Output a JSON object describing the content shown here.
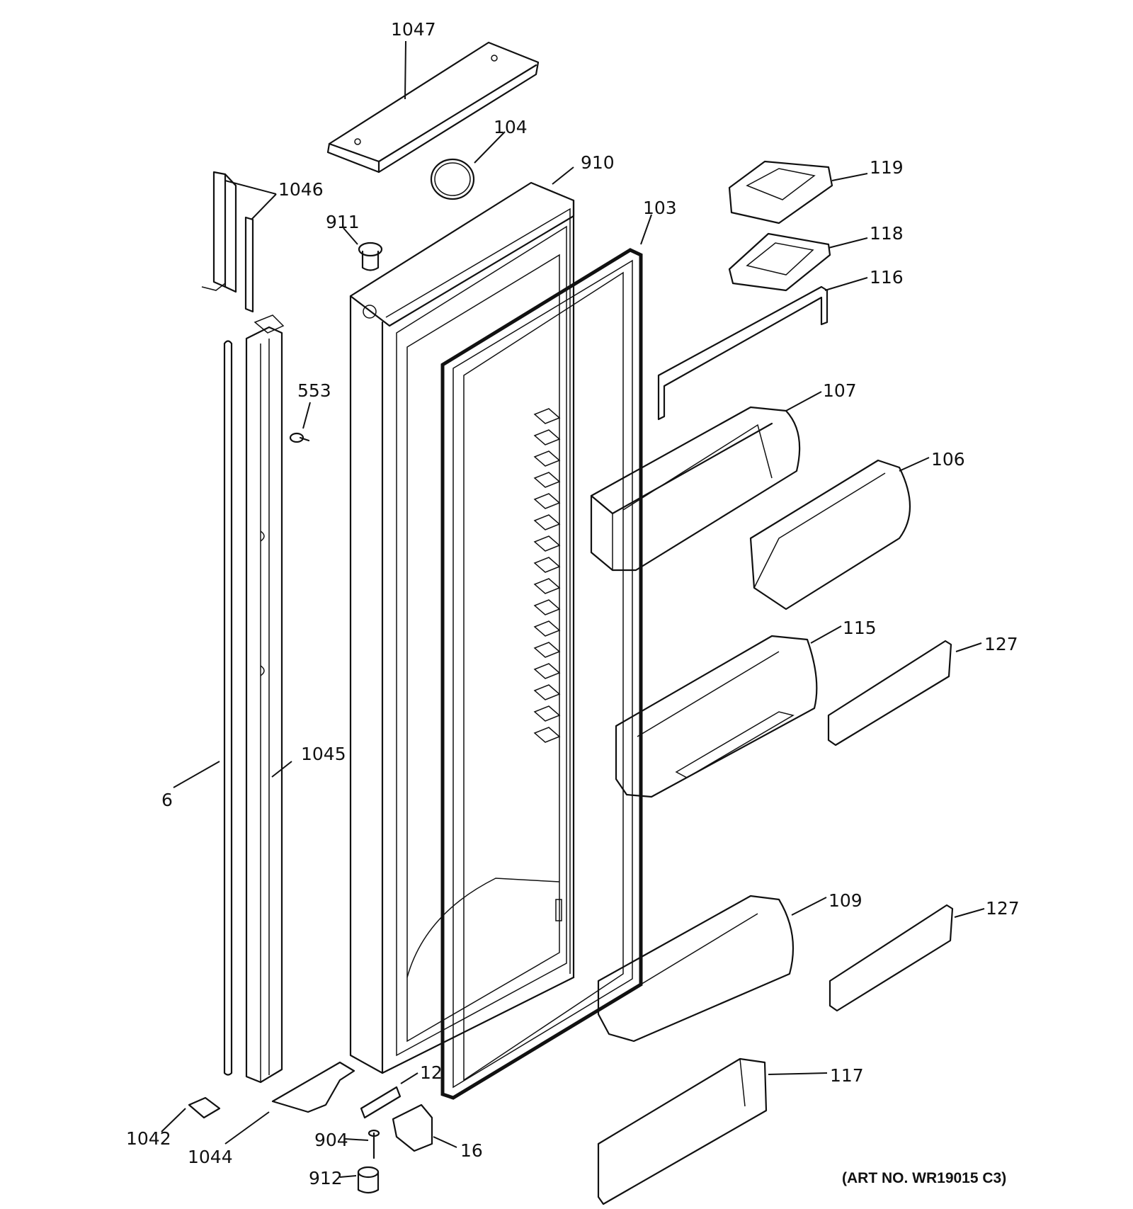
{
  "art_number": "(ART NO. WR19015 C3)",
  "callouts": [
    {
      "id": "1047",
      "label": "1047"
    },
    {
      "id": "104",
      "label": "104"
    },
    {
      "id": "910",
      "label": "910"
    },
    {
      "id": "1046",
      "label": "1046"
    },
    {
      "id": "911",
      "label": "911"
    },
    {
      "id": "103",
      "label": "103"
    },
    {
      "id": "119",
      "label": "119"
    },
    {
      "id": "118",
      "label": "118"
    },
    {
      "id": "116",
      "label": "116"
    },
    {
      "id": "553",
      "label": "553"
    },
    {
      "id": "107",
      "label": "107"
    },
    {
      "id": "106",
      "label": "106"
    },
    {
      "id": "115",
      "label": "115"
    },
    {
      "id": "127a",
      "label": "127"
    },
    {
      "id": "1045",
      "label": "1045"
    },
    {
      "id": "6",
      "label": "6"
    },
    {
      "id": "109",
      "label": "109"
    },
    {
      "id": "127b",
      "label": "127"
    },
    {
      "id": "12",
      "label": "12"
    },
    {
      "id": "117",
      "label": "117"
    },
    {
      "id": "1042",
      "label": "1042"
    },
    {
      "id": "904",
      "label": "904"
    },
    {
      "id": "16",
      "label": "16"
    },
    {
      "id": "1044",
      "label": "1044"
    },
    {
      "id": "912",
      "label": "912"
    }
  ]
}
